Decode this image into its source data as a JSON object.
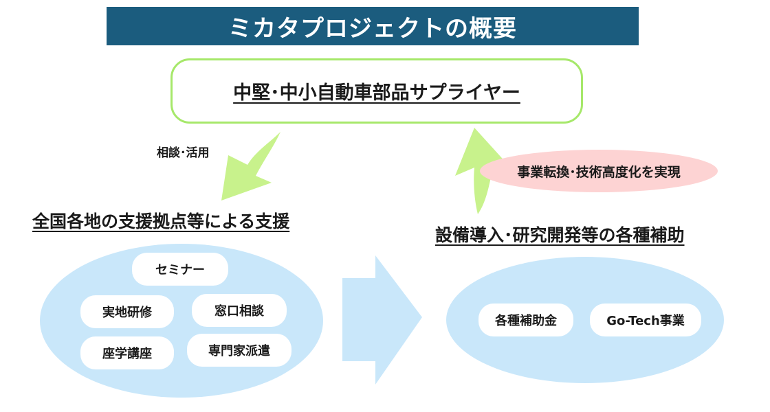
{
  "title": "ミカタプロジェクトの概要",
  "supplier": "中堅･中小自動車部品サプライヤー",
  "left_flow_label": "相談･活用",
  "right_flow_label": "事業転換･技術高度化を実現",
  "left_section": {
    "heading": "全国各地の支援拠点等による支援",
    "items": [
      "セミナー",
      "実地研修",
      "窓口相談",
      "座学講座",
      "専門家派遣"
    ]
  },
  "right_section": {
    "heading": "設備導入･研究開発等の各種補助",
    "items": [
      "各種補助金",
      "Go-Tech事業"
    ]
  },
  "colors": {
    "banner": "#1b5c7e",
    "supplier_border": "#a6e86a",
    "curved_arrows": "#c8f28c",
    "ellipses": "#c9e7fa",
    "big_arrow": "#c9e7fa",
    "badge": "#fdd3d3"
  }
}
